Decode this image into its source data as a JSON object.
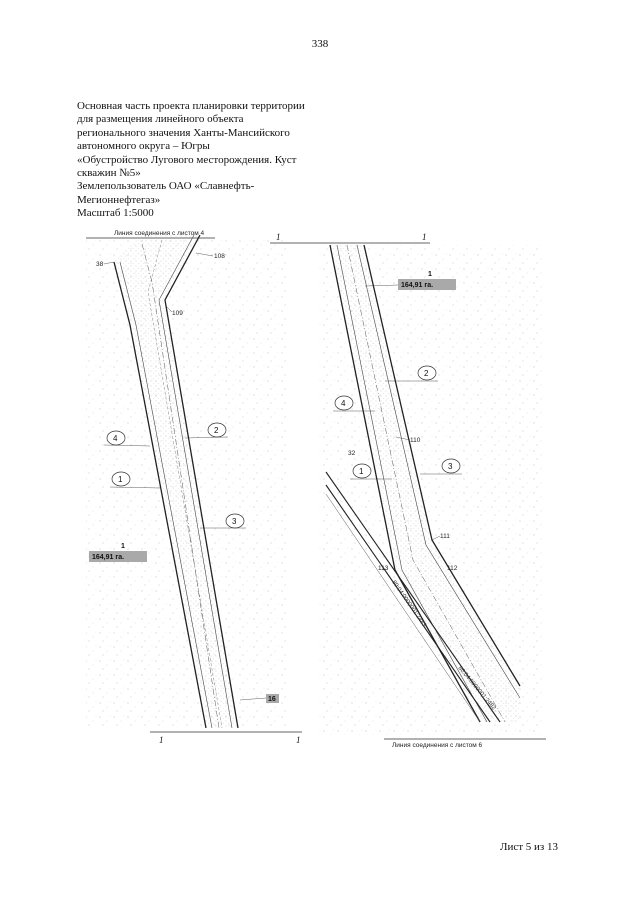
{
  "page": {
    "number": "338"
  },
  "header": {
    "lines": [
      "Основная часть проекта планировки территории",
      "для размещения линейного объекта",
      "регионального значения Ханты-Мансийского",
      "автономного округа – Югры",
      "«Обустройство Лугового месторождения. Куст",
      "скважин №5»",
      "Землепользователь ОАО «Славнефть-",
      "Мегионнефтегаз»",
      "Масштаб 1:5000"
    ]
  },
  "drawing": {
    "left": {
      "match_line": "Линия соединения с листом 4",
      "section_mark": "1",
      "section_mark_right": "1",
      "point_labels": [
        "38",
        "108",
        "109",
        "16"
      ],
      "circled_labels": [
        "4",
        "2",
        "1",
        "3"
      ],
      "area_tag": {
        "number": "1",
        "area": "164,91 га."
      }
    },
    "right": {
      "match_line": "Линия соединения с листом 6",
      "section_mark": "1",
      "section_mark_right": "1",
      "point_labels": [
        "32",
        "110",
        "111",
        "112",
        "113"
      ],
      "circled_labels": [
        "2",
        "4",
        "1",
        "3"
      ],
      "area_tag": {
        "number": "1",
        "area": "164,91 га."
      },
      "coord_labels": [
        "80:04:0000001:2483",
        "86:04:0000001:2482"
      ]
    }
  },
  "footer": {
    "sheet": "Лист 5 из 13"
  }
}
